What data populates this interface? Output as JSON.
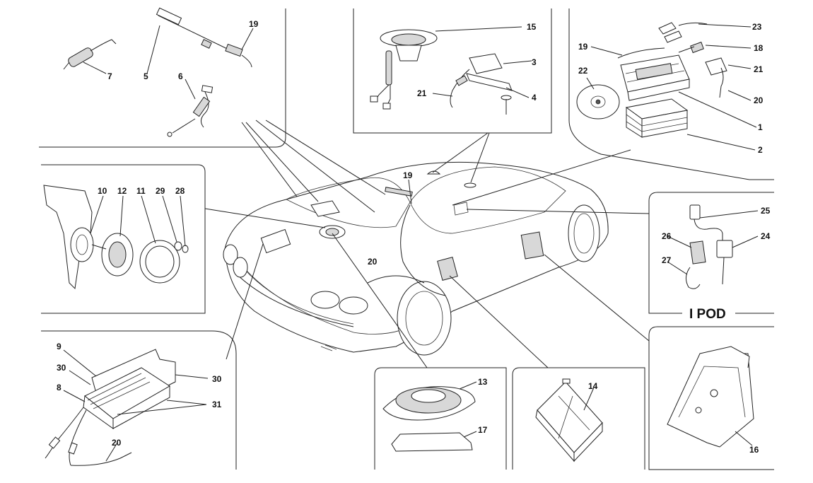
{
  "title_label": "I POD",
  "callouts": [
    {
      "id": "c7",
      "text": "7"
    },
    {
      "id": "c5",
      "text": "5"
    },
    {
      "id": "c6",
      "text": "6"
    },
    {
      "id": "c19a",
      "text": "19"
    },
    {
      "id": "c15",
      "text": "15"
    },
    {
      "id": "c3",
      "text": "3"
    },
    {
      "id": "c4",
      "text": "4"
    },
    {
      "id": "c21a",
      "text": "21"
    },
    {
      "id": "c23",
      "text": "23"
    },
    {
      "id": "c18",
      "text": "18"
    },
    {
      "id": "c19b",
      "text": "19"
    },
    {
      "id": "c21b",
      "text": "21"
    },
    {
      "id": "c22",
      "text": "22"
    },
    {
      "id": "c20a",
      "text": "20"
    },
    {
      "id": "c1",
      "text": "1"
    },
    {
      "id": "c2",
      "text": "2"
    },
    {
      "id": "c10",
      "text": "10"
    },
    {
      "id": "c12",
      "text": "12"
    },
    {
      "id": "c11",
      "text": "11"
    },
    {
      "id": "c29",
      "text": "29"
    },
    {
      "id": "c28",
      "text": "28"
    },
    {
      "id": "c19c",
      "text": "19"
    },
    {
      "id": "c20b",
      "text": "20"
    },
    {
      "id": "c25",
      "text": "25"
    },
    {
      "id": "c26",
      "text": "26"
    },
    {
      "id": "c24",
      "text": "24"
    },
    {
      "id": "c27",
      "text": "27"
    },
    {
      "id": "c9",
      "text": "9"
    },
    {
      "id": "c30a",
      "text": "30"
    },
    {
      "id": "c30b",
      "text": "30"
    },
    {
      "id": "c8",
      "text": "8"
    },
    {
      "id": "c31",
      "text": "31"
    },
    {
      "id": "c20c",
      "text": "20"
    },
    {
      "id": "c13",
      "text": "13"
    },
    {
      "id": "c17",
      "text": "17"
    },
    {
      "id": "c14",
      "text": "14"
    },
    {
      "id": "c16",
      "text": "16"
    }
  ]
}
